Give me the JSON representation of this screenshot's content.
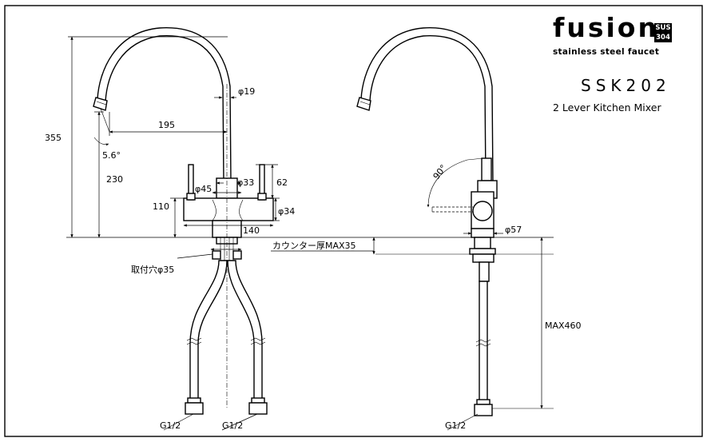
{
  "brand": {
    "name": "fusion",
    "badge_top": "SUS",
    "badge_bottom": "304",
    "tagline": "stainless steel faucet"
  },
  "model": {
    "code": "SSK202",
    "description": "2 Lever Kitchen Mixer"
  },
  "dimensions": {
    "d355": "355",
    "d230": "230",
    "d195": "195",
    "d19": "φ19",
    "angle56": "5.6°",
    "d62": "62",
    "d33": "φ33",
    "d45": "φ45",
    "d110": "110",
    "d34": "φ34",
    "d140": "140",
    "mount_hole": "取付穴φ35",
    "counter": "カウンター厚MAX35",
    "max460": "MAX460",
    "d57": "φ57",
    "angle90": "90°",
    "g1": "G1/2",
    "g2": "G1/2",
    "g3": "G1/2"
  },
  "colors": {
    "line": "#000000",
    "background": "#ffffff"
  }
}
